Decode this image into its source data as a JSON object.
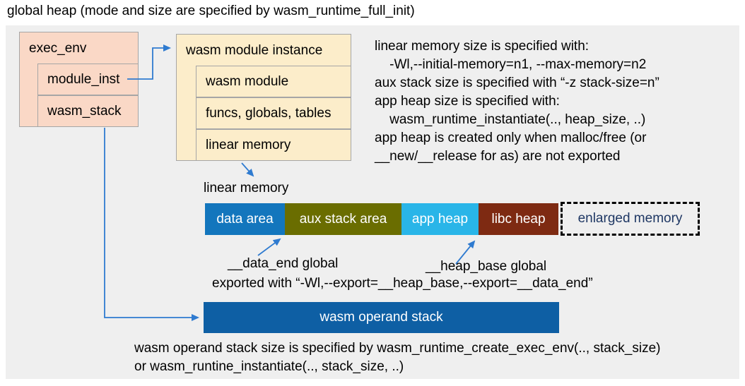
{
  "title": "global heap (mode and size are specified by wasm_runtime_full_init)",
  "colors": {
    "panel_bg": "#efefef",
    "box_pink": "#fad8c6",
    "box_cream": "#fcedca",
    "box_border": "#a6a6a6",
    "arrow_blue": "#2f7bd0",
    "operand_stack_blue": "#0e5fa4",
    "text": "#000000"
  },
  "exec_env": {
    "title": "exec_env",
    "fields": [
      {
        "label": "module_inst"
      },
      {
        "label": "wasm_stack"
      }
    ]
  },
  "module_instance": {
    "title": "wasm module instance",
    "fields": [
      {
        "label": "wasm module"
      },
      {
        "label": "funcs, globals, tables"
      },
      {
        "label": "linear memory"
      }
    ]
  },
  "notes": {
    "lines": [
      "linear memory size is specified with:",
      "    -Wl,--initial-memory=n1, --max-memory=n2",
      "aux stack size is specified with “-z stack-size=n”",
      "app heap size is specified with:",
      "    wasm_runtime_instantiate(.., heap_size, ..)",
      "app heap is created only when malloc/free (or",
      "__new/__release for as) are not exported"
    ]
  },
  "linear_memory": {
    "label": "linear memory",
    "segments": [
      {
        "label": "data area",
        "color": "#1376bd",
        "text_color": "#ffffff"
      },
      {
        "label": "aux stack area",
        "color": "#6a6d00",
        "text_color": "#ffffff"
      },
      {
        "label": "app heap",
        "color": "#29b5e8",
        "text_color": "#ffffff"
      },
      {
        "label": "libc heap",
        "color": "#7e2a12",
        "text_color": "#ffffff"
      },
      {
        "label": "enlarged memory",
        "style": "dashed-outline",
        "text_color": "#1f3864"
      }
    ],
    "data_end_label": "__data_end global",
    "heap_base_label": "__heap_base global",
    "export_note": "exported with “-Wl,--export=__heap_base,--export=__data_end”"
  },
  "operand_stack": {
    "label": "wasm operand stack",
    "notes": [
      "wasm operand stack size is specified by wasm_runtime_create_exec_env(.., stack_size)",
      "or wasm_runtine_instantiate(.., stack_size, ..)"
    ]
  }
}
